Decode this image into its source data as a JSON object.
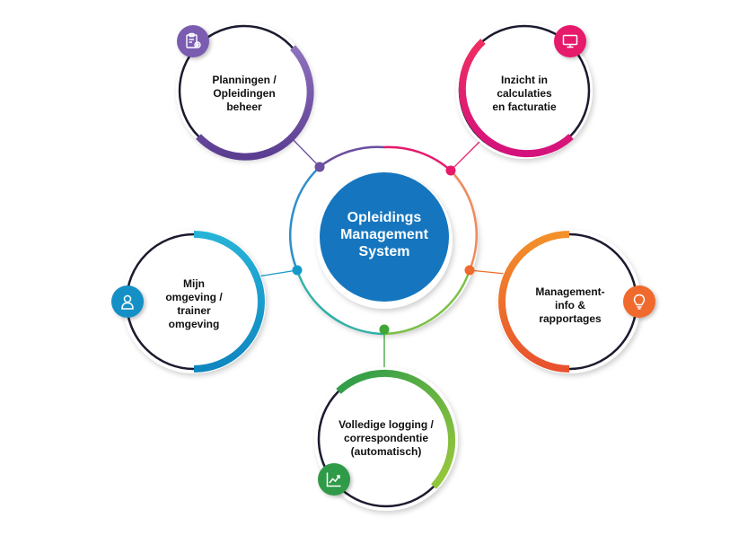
{
  "center": {
    "title_lines": [
      "Opleidings",
      "Management",
      "System"
    ],
    "color": "#1576bf"
  },
  "nodes": [
    {
      "id": "planningen",
      "lines": [
        "Planningen /",
        "Opleidingen",
        "beheer"
      ],
      "color": "#6b4fa0",
      "icon": "clipboard-gear-icon"
    },
    {
      "id": "inzicht",
      "lines": [
        "Inzicht in",
        "calculaties",
        "en facturatie"
      ],
      "color": "#e6196b",
      "icon": "monitor-icon"
    },
    {
      "id": "mijn",
      "lines": [
        "Mijn",
        "omgeving /",
        "trainer",
        "omgeving"
      ],
      "color": "#1599c8",
      "icon": "user-icon"
    },
    {
      "id": "management",
      "lines": [
        "Management-",
        "info &",
        "rapportages"
      ],
      "color": "#ef6a2c",
      "icon": "lightbulb-icon"
    },
    {
      "id": "logging",
      "lines": [
        "Volledige logging /",
        "correspondentie",
        "(automatisch)"
      ],
      "color": "#3fa535",
      "icon": "chart-line-icon"
    }
  ]
}
